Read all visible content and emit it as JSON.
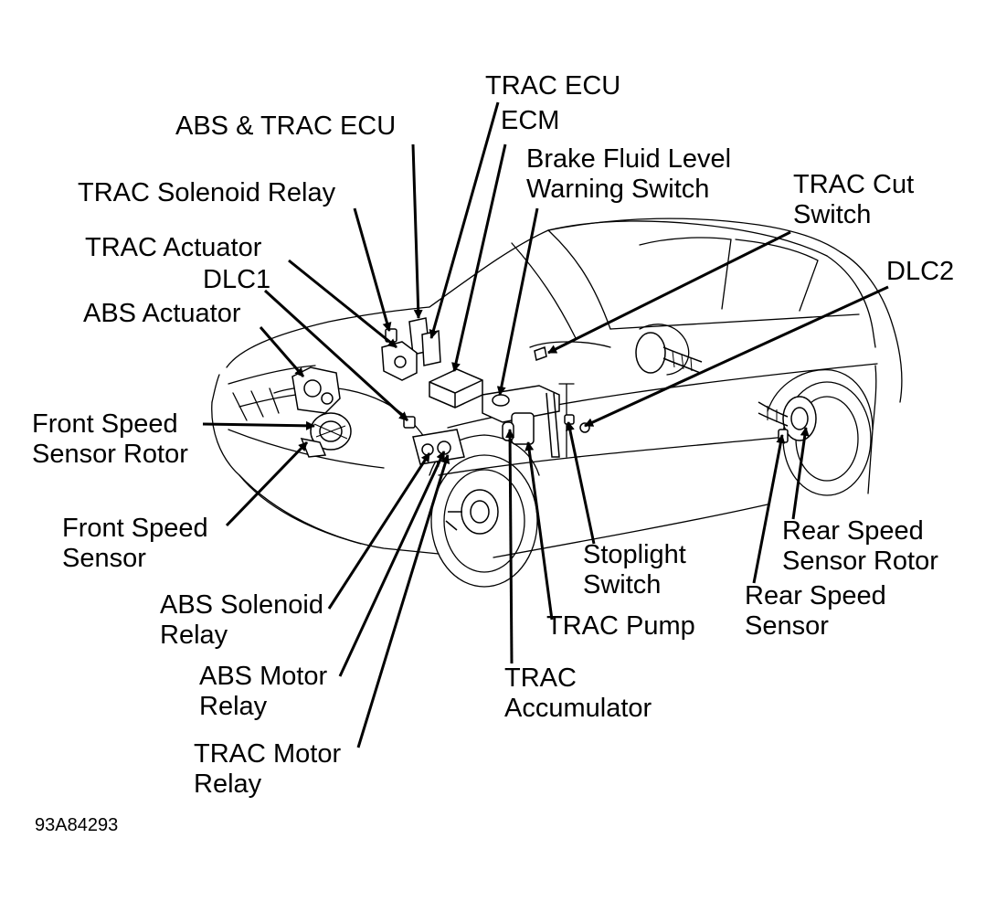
{
  "labels": {
    "trac_ecu": "TRAC ECU",
    "abs_trac_ecu": "ABS & TRAC ECU",
    "ecm": "ECM",
    "brake_fluid_1": "Brake Fluid Level",
    "brake_fluid_2": "Warning Switch",
    "trac_solenoid_relay": "TRAC Solenoid Relay",
    "trac_cut_1": "TRAC Cut",
    "trac_cut_2": "Switch",
    "trac_actuator": "TRAC Actuator",
    "dlc1": "DLC1",
    "dlc2": "DLC2",
    "abs_actuator": "ABS Actuator",
    "front_rotor_1": "Front Speed",
    "front_rotor_2": "Sensor Rotor",
    "front_sensor_1": "Front Speed",
    "front_sensor_2": "Sensor",
    "abs_solenoid_1": "ABS Solenoid",
    "abs_solenoid_2": "Relay",
    "abs_motor_1": "ABS Motor",
    "abs_motor_2": "Relay",
    "trac_motor_1": "TRAC Motor",
    "trac_motor_2": "Relay",
    "stoplight_1": "Stoplight",
    "stoplight_2": "Switch",
    "trac_pump": "TRAC Pump",
    "trac_acc_1": "TRAC",
    "trac_acc_2": "Accumulator",
    "rear_rotor_1": "Rear Speed",
    "rear_rotor_2": "Sensor Rotor",
    "rear_sensor_1": "Rear Speed",
    "rear_sensor_2": "Sensor"
  },
  "figure_code": "93A84293",
  "colors": {
    "ink": "#000000",
    "paper": "#ffffff"
  }
}
